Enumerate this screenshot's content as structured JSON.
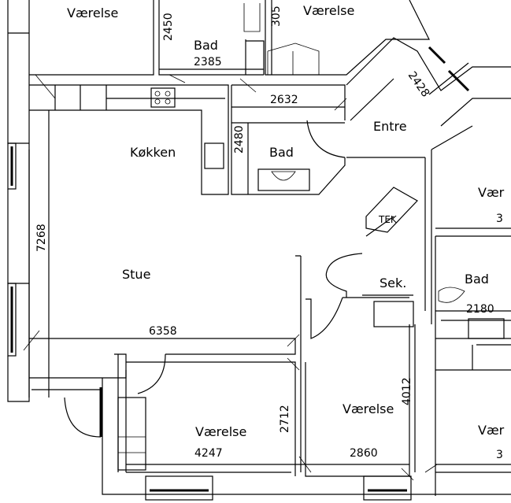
{
  "title": "Floor plan",
  "rooms": {
    "vaerelse_top_left": "Værelse",
    "bad_top": "Bad",
    "vaerelse_top_right": "Værelse",
    "entre": "Entre",
    "kokken": "Køkken",
    "bad_middle": "Bad",
    "tek": "TEK",
    "vaer_right_top": "Vær",
    "stue": "Stue",
    "sek": "Sek.",
    "bad_right": "Bad",
    "vaerelse_bottom_middle": "Værelse",
    "vaerelse_bottom_left": "Værelse",
    "vaer_right_bottom": "Vær"
  },
  "dimensions": {
    "d2450": "2450",
    "d2385": "2385",
    "d305": "305",
    "d2428": "2428",
    "d2632": "2632",
    "d2480": "2480",
    "d7268": "7268",
    "d6358": "6358",
    "d2180": "2180",
    "d4012": "4012",
    "d2712": "2712",
    "d4247": "4247",
    "d2860": "2860",
    "d3_top": "3",
    "d3_bottom": "3"
  }
}
